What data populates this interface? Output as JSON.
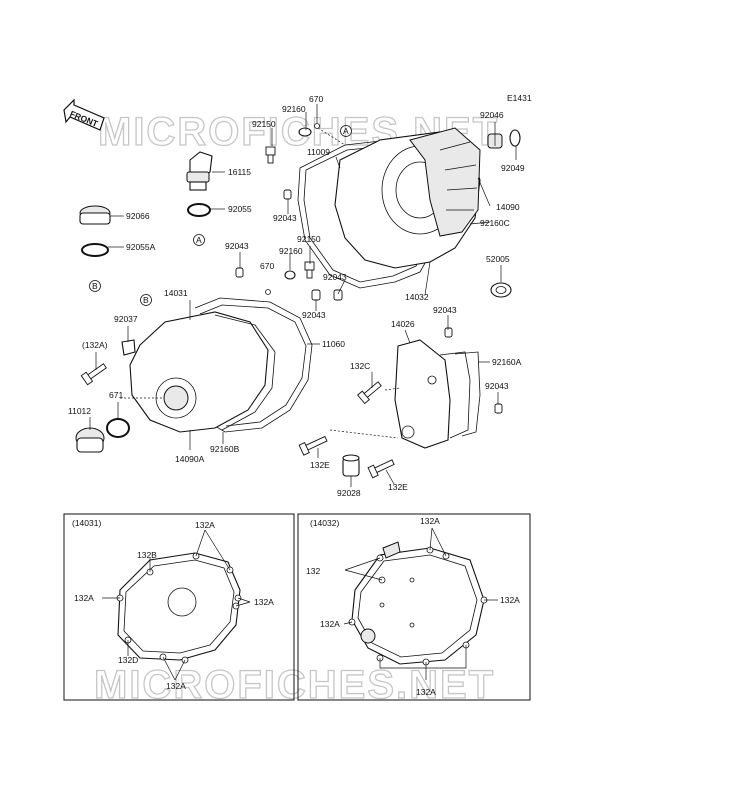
{
  "figure_code": "E1431",
  "front_arrow_label": "FRONT",
  "watermark": "MICROFICHES.NET",
  "parts": {
    "p670_top": "670",
    "p92160_top": "92160",
    "p92150_top": "92150",
    "p11009": "11009",
    "p92043_a": "92043",
    "p16115": "16115",
    "p92055": "92055",
    "p92066": "92066",
    "p92055A": "92055A",
    "p92043_b": "92043",
    "p670_mid": "670",
    "p92160_mid": "92160",
    "p92150_mid": "92150",
    "p92043_c": "92043",
    "p92043_d": "92043",
    "p14031": "14031",
    "p92037": "92037",
    "p132A_left": "(132A)",
    "p11060": "11060",
    "p671": "671",
    "p11012": "11012",
    "p92160B": "92160B",
    "p14090A": "14090A",
    "p92046": "92046",
    "p92049": "92049",
    "p14090": "14090",
    "p92160C": "92160C",
    "p52005": "52005",
    "p14032": "14032",
    "p92043_e": "92043",
    "p14026": "14026",
    "p92160A": "92160A",
    "p132C": "132C",
    "p92043_f": "92043",
    "p132E_a": "132E",
    "p92028": "92028",
    "p132E_b": "132E"
  },
  "refs": {
    "A": "A",
    "B": "B"
  },
  "detail_left": {
    "title": "(14031)",
    "labels": {
      "top": "132A",
      "b": "132B",
      "left": "132A",
      "right": "132A",
      "d": "132D",
      "bottom": "132A"
    }
  },
  "detail_right": {
    "title": "(14032)",
    "labels": {
      "top": "132A",
      "side": "132",
      "right": "132A",
      "left": "132A",
      "bottom": "132A"
    }
  }
}
